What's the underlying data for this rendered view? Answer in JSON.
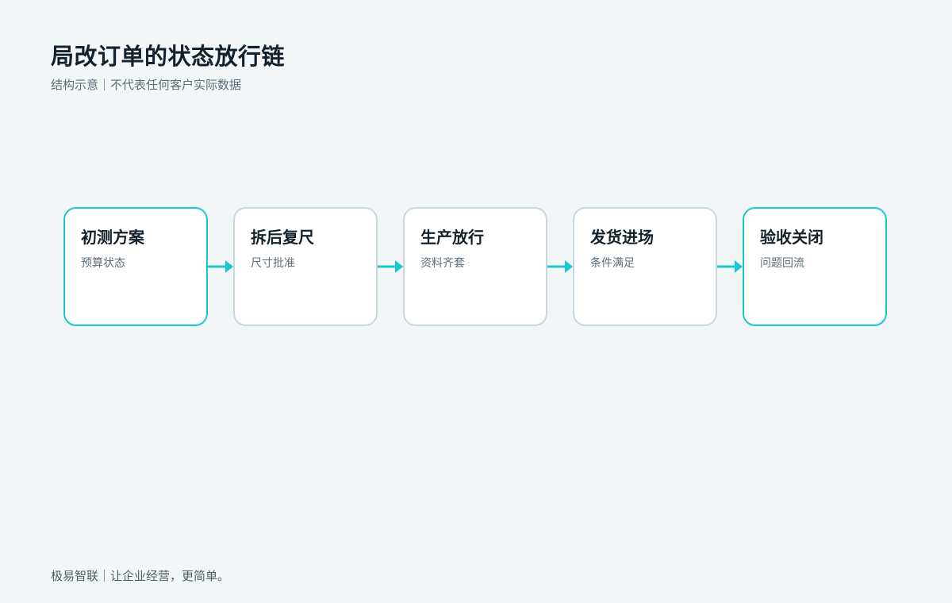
{
  "header": {
    "title": "局改订单的状态放行链",
    "subtitle": "结构示意｜不代表任何客户实际数据"
  },
  "flow": {
    "accent_color": "#1cc7d3",
    "neutral_border_color": "#c9d8de",
    "steps": [
      {
        "title": "初测方案",
        "subtitle": "预算状态",
        "highlighted": true
      },
      {
        "title": "拆后复尺",
        "subtitle": "尺寸批准",
        "highlighted": false
      },
      {
        "title": "生产放行",
        "subtitle": "资料齐套",
        "highlighted": false
      },
      {
        "title": "发货进场",
        "subtitle": "条件满足",
        "highlighted": false
      },
      {
        "title": "验收关闭",
        "subtitle": "问题回流",
        "highlighted": true
      }
    ]
  },
  "footer": {
    "text": "极易智联｜让企业经营，更简单。"
  }
}
